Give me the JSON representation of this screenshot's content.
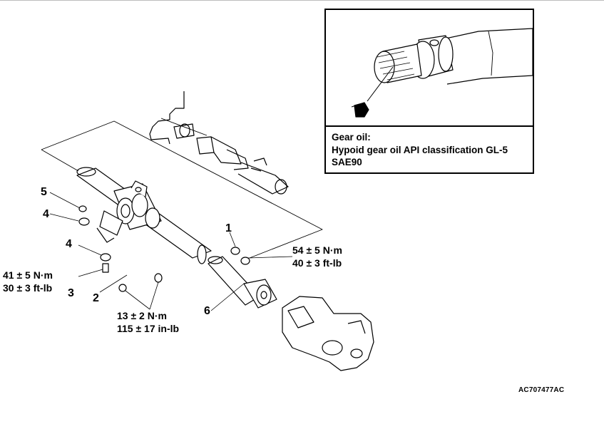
{
  "callouts": {
    "n1": "1",
    "n2": "2",
    "n3": "3",
    "n4a": "4",
    "n4b": "4",
    "n5": "5",
    "n6": "6"
  },
  "torque": {
    "t1_nm": "54 ± 5 N·m",
    "t1_ft": "40 ± 3 ft-lb",
    "t3_nm": "41 ± 5 N·m",
    "t3_ft": "30 ± 3 ft-lb",
    "t2_nm": "13 ± 2 N·m",
    "t2_in": "115 ± 17 in-lb"
  },
  "inset": {
    "heading": "Gear oil:",
    "line2": "Hypoid gear oil API classification GL-5",
    "line3": "SAE90"
  },
  "figure_code": "AC707477AC"
}
